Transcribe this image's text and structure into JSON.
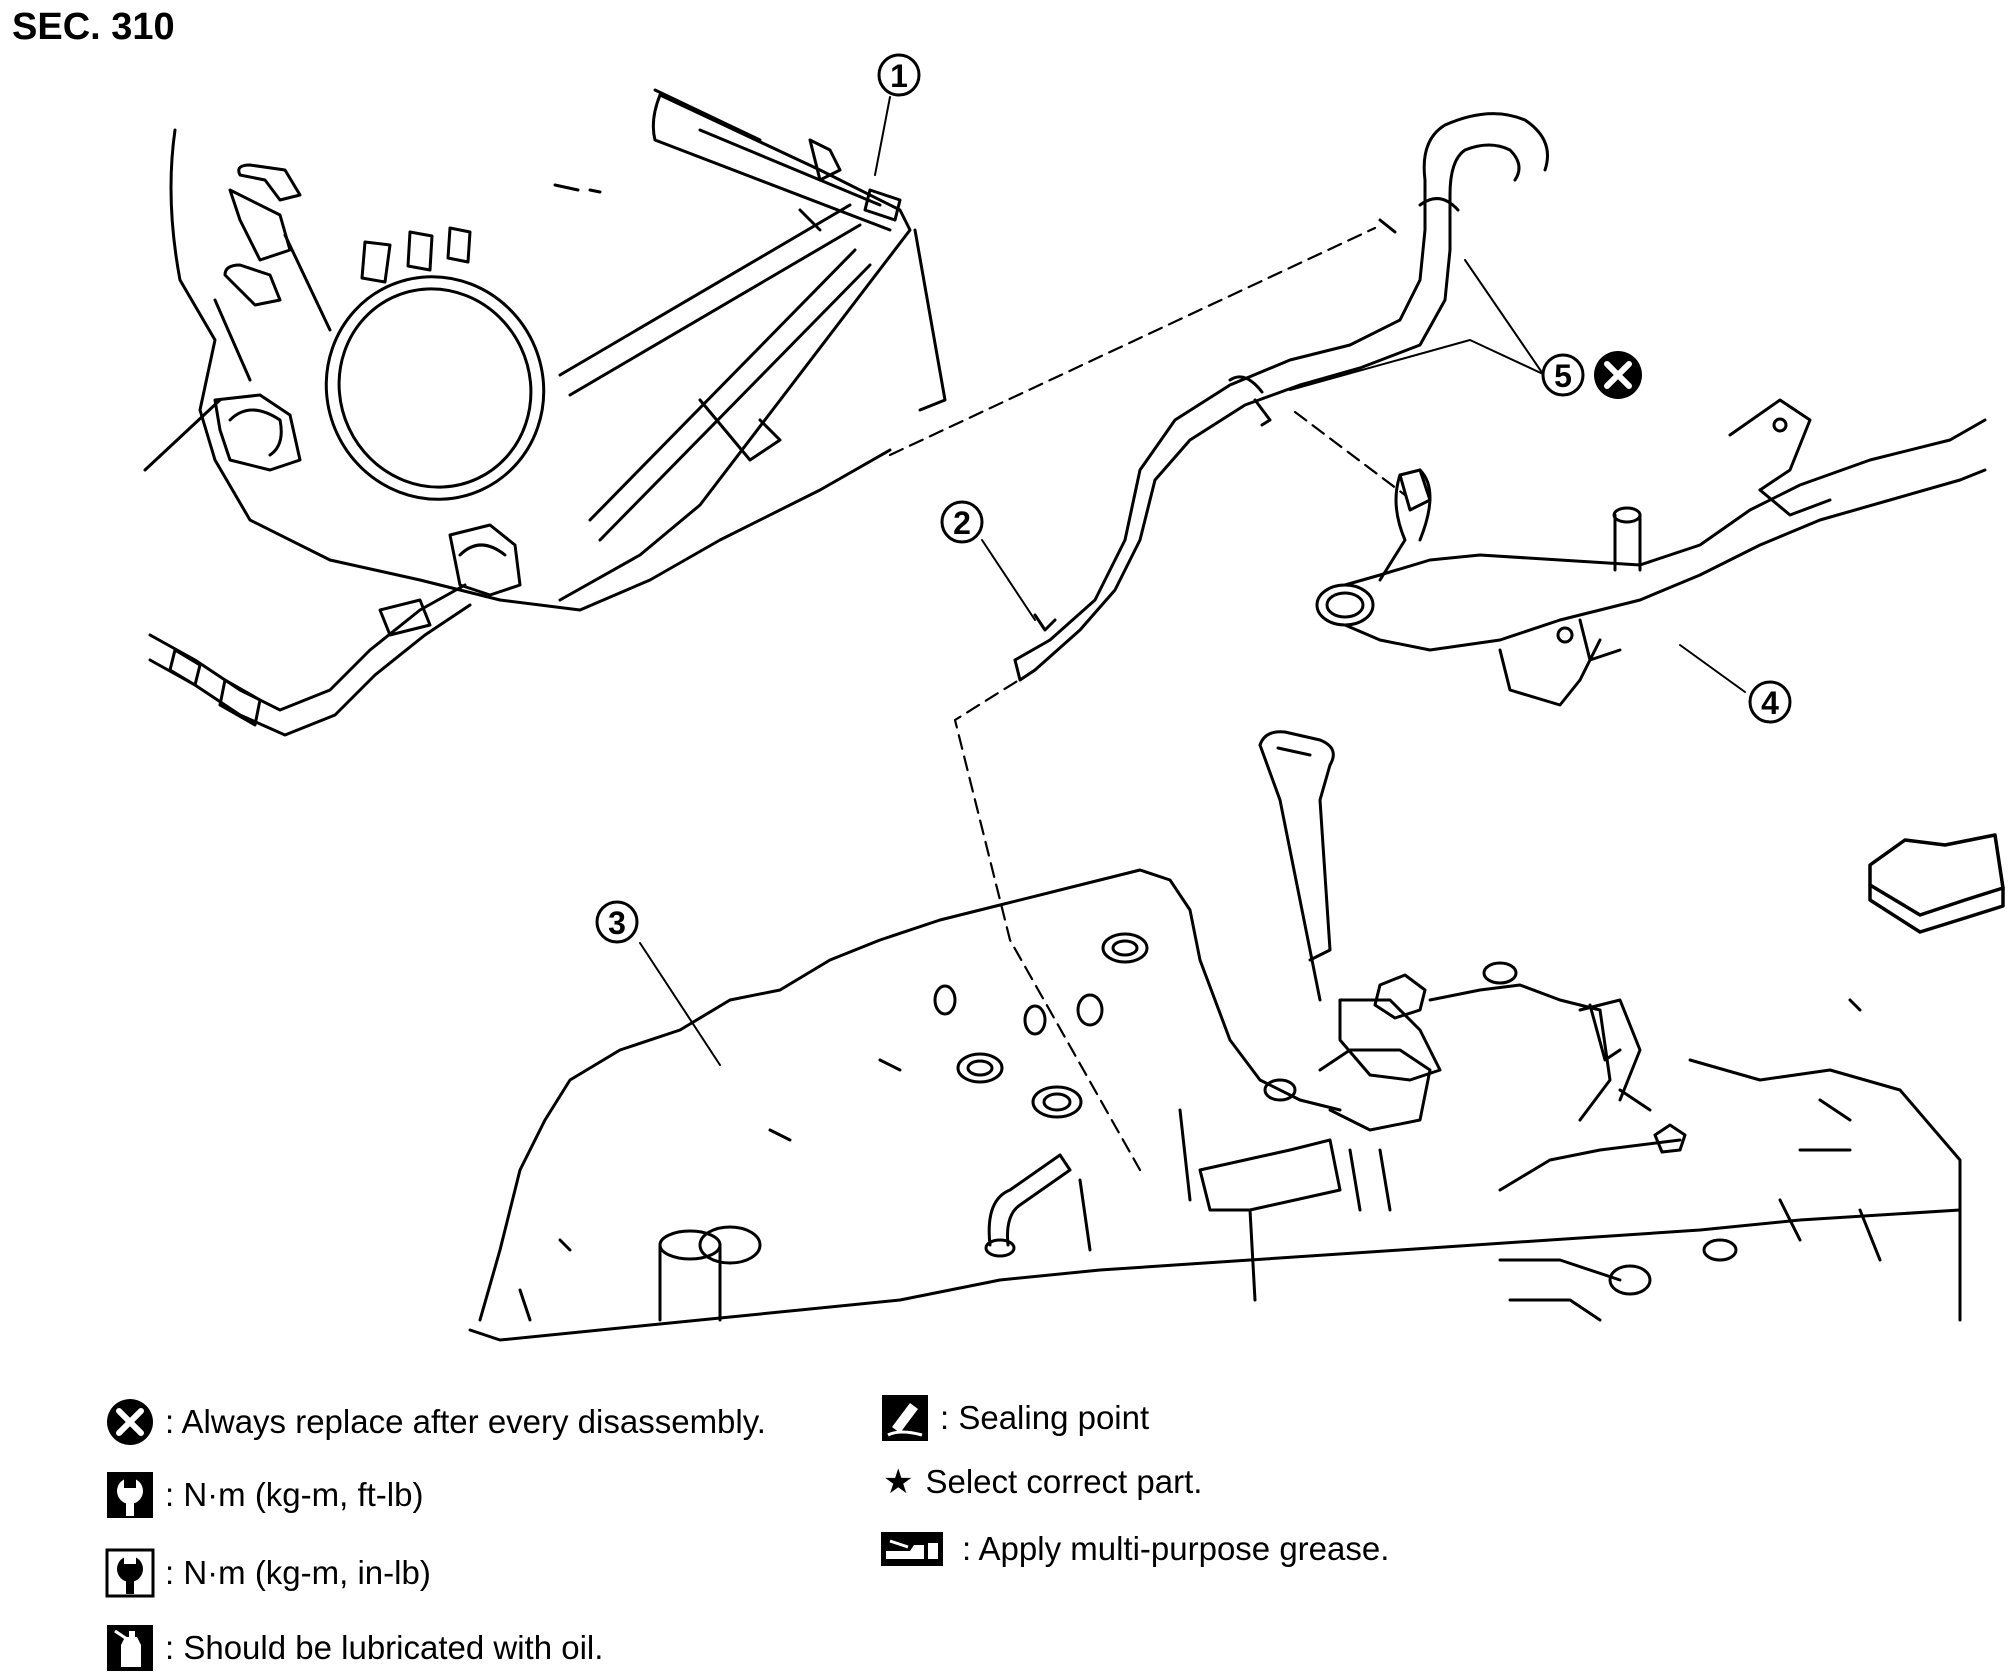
{
  "section_title": "SEC. 310",
  "callouts": {
    "c1": "1",
    "c2": "2",
    "c3": "3",
    "c4": "4",
    "c5": "5"
  },
  "legend": {
    "replace": ": Always replace after every disassembly.",
    "torque_ftlb": ": N·m (kg-m, ft-lb)",
    "torque_inlb": ": N·m (kg-m, in-lb)",
    "oil": ": Should be lubricated with oil.",
    "sealing": ": Sealing point",
    "select": "Select correct part.",
    "grease": ": Apply multi-purpose grease."
  },
  "icons": {
    "replace": "x-circle-icon",
    "torque_ftlb": "wrench-torque-icon",
    "torque_inlb": "wrench-torque-filled-icon",
    "oil": "oil-can-icon",
    "sealing": "sealant-tube-icon",
    "select": "star-icon",
    "grease": "grease-gun-icon"
  },
  "colors": {
    "line": "#000000",
    "background": "#ffffff"
  }
}
